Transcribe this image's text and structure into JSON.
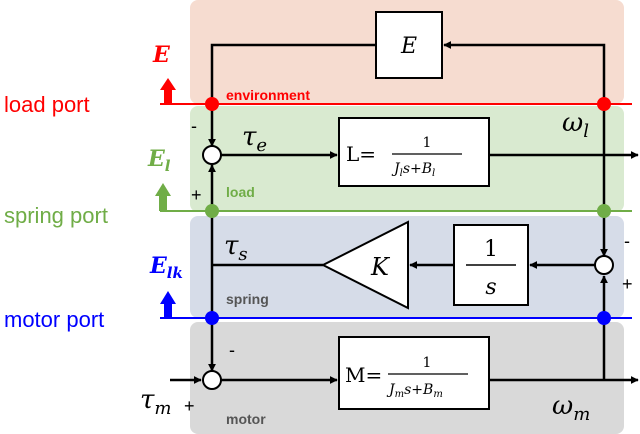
{
  "colors": {
    "environment_bg": "#f6dcd0",
    "load_bg": "#d9ead0",
    "spring_bg": "#d6dce8",
    "motor_bg": "#d9d9d9",
    "load_port": "#ff0000",
    "spring_port": "#70ad47",
    "motor_port": "#0000ff",
    "line": "#000000"
  },
  "ports": {
    "load": "load port",
    "spring": "spring port",
    "motor": "motor port"
  },
  "zones": {
    "environment": "environment",
    "load": "load",
    "spring": "spring",
    "motor": "motor"
  },
  "energy": {
    "E": "E",
    "El_main": "E",
    "El_sub": "l",
    "Elk_main": "E",
    "Elk_sub": "lk"
  },
  "blocks": {
    "env": "E",
    "L_prefix": "L=",
    "L_num": "1",
    "L_den_J": "J",
    "L_den_J_sub": "l",
    "L_den_mid": "s+B",
    "L_den_B_sub": "l",
    "gain": "K",
    "int_num": "1",
    "int_den": "s",
    "M_prefix": "M=",
    "M_num": "1",
    "M_den_J": "J",
    "M_den_J_sub": "m",
    "M_den_mid": "s+B",
    "M_den_B_sub": "m"
  },
  "signals": {
    "tau": "τ",
    "tau_e_sub": "e",
    "tau_s_sub": "s",
    "tau_m_sub": "m",
    "omega": "ω",
    "omega_l_sub": "l",
    "omega_m_sub": "m"
  },
  "signs": {
    "minus": "-",
    "plus": "+"
  }
}
